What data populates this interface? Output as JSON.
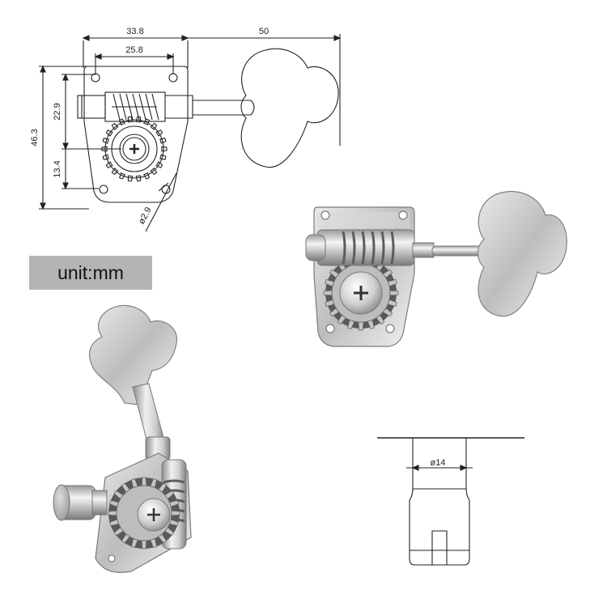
{
  "drawing": {
    "dims": {
      "total_width": "33.8",
      "hole_spacing": "25.8",
      "shaft_length": "50",
      "height": "46.3",
      "upper_offset": "22.9",
      "lower_offset": "13.4",
      "hole_diameter": "ø2.9"
    },
    "post_diameter": "ø14"
  },
  "unit_label": "unit:mm",
  "colors": {
    "line": "#222222",
    "badge": "#b4b4b4",
    "chrome_light": "#f2f2f2",
    "chrome_dark": "#8a8a8a"
  }
}
